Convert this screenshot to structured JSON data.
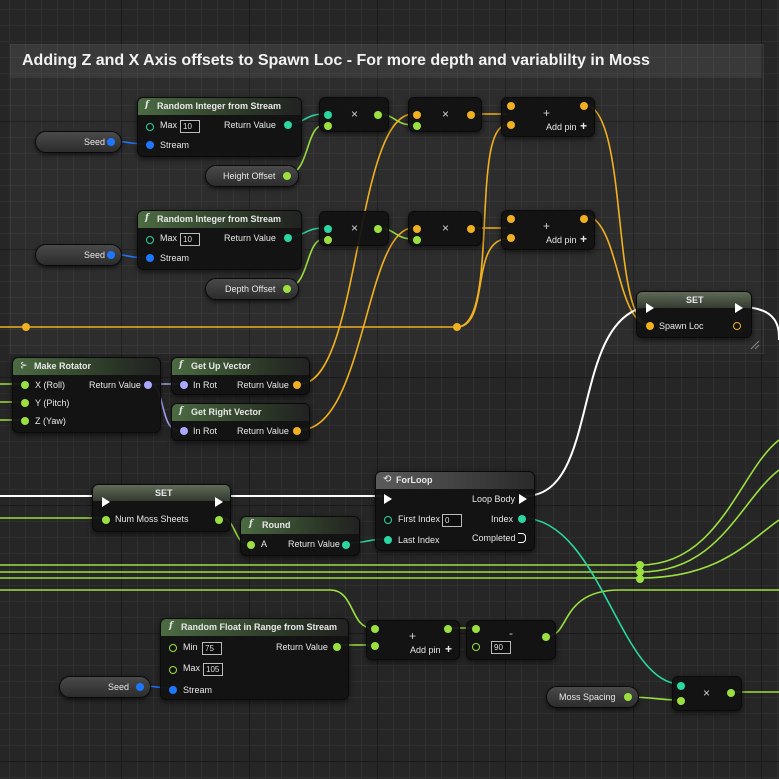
{
  "comment": {
    "title": "Adding Z and X Axis offsets to Spawn Loc - For more depth and variablilty in Moss"
  },
  "icons": {
    "function": "f",
    "multiply": "×",
    "add": "+",
    "subtract": "-",
    "add_pin": "+"
  },
  "rand_int_1": {
    "title": "Random Integer from Stream",
    "max_label": "Max",
    "max_value": "10",
    "stream_label": "Stream",
    "return_label": "Return Value"
  },
  "rand_int_2": {
    "title": "Random Integer from Stream",
    "max_label": "Max",
    "max_value": "10",
    "stream_label": "Stream",
    "return_label": "Return Value"
  },
  "seed_1": {
    "label": "Seed"
  },
  "seed_2": {
    "label": "Seed"
  },
  "seed_3": {
    "label": "Seed"
  },
  "height_offset": {
    "label": "Height Offset"
  },
  "depth_offset": {
    "label": "Depth Offset"
  },
  "add_1": {
    "add_pin": "Add pin"
  },
  "add_2": {
    "add_pin": "Add pin"
  },
  "add_3": {
    "add_pin": "Add pin"
  },
  "set_spawn": {
    "title": "SET",
    "var_label": "Spawn Loc"
  },
  "make_rotator": {
    "title": "Make Rotator",
    "x": "X (Roll)",
    "y": "Y (Pitch)",
    "z": "Z (Yaw)",
    "return_label": "Return Value"
  },
  "get_up": {
    "title": "Get Up Vector",
    "in": "In Rot",
    "return_label": "Return Value"
  },
  "get_right": {
    "title": "Get Right Vector",
    "in": "In Rot",
    "return_label": "Return Value"
  },
  "set_moss": {
    "title": "SET",
    "var_label": "Num Moss Sheets"
  },
  "round": {
    "title": "Round",
    "a": "A",
    "return_label": "Return Value"
  },
  "forloop": {
    "title": "ForLoop",
    "first": "First Index",
    "first_value": "0",
    "last": "Last Index",
    "body": "Loop Body",
    "index": "Index",
    "completed": "Completed"
  },
  "rand_float": {
    "title": "Random Float in Range from Stream",
    "min_label": "Min",
    "min_value": "75",
    "max_label": "Max",
    "max_value": "105",
    "stream_label": "Stream",
    "return_label": "Return Value"
  },
  "subtract": {
    "value": "90"
  },
  "moss_spacing": {
    "label": "Moss Spacing"
  },
  "colors": {
    "float": "#9be040",
    "vector": "#f0b020",
    "int": "#2bd6a0",
    "stream": "#1e78ff",
    "rotator": "#a8a8ff",
    "exec": "#ffffff"
  }
}
